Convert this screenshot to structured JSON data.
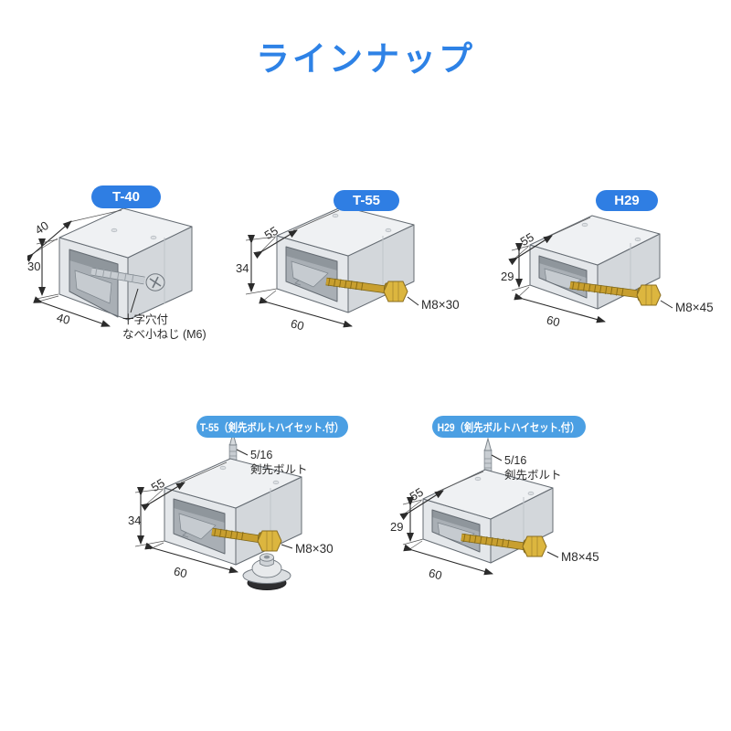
{
  "page": {
    "title": "ラインナップ"
  },
  "colors": {
    "title_blue": "#2E82E6",
    "badge_primary_blue": "#2F7EE3",
    "badge_secondary_blue": "#4B9FE3",
    "badge_text": "#FFFFFF",
    "dimension_text": "#2B2B2B",
    "metal_gray": "#E4E7EA",
    "brass_gold": "#C89F2F"
  },
  "products": [
    {
      "label": "T-40",
      "dim_top": "40",
      "dim_side": "30",
      "dim_bottom": "40",
      "note_line1": "十字穴付",
      "note_line2": "なべ小ねじ (M6)"
    },
    {
      "label": "T-55",
      "dim_top": "55",
      "dim_side": "34",
      "dim_bottom": "60",
      "bolt": "M8×30"
    },
    {
      "label": "H29",
      "dim_top": "55",
      "dim_side": "29",
      "dim_bottom": "60",
      "bolt": "M8×45"
    },
    {
      "label": "T-55（剣先ボルトハイセット.付）",
      "dim_top": "55",
      "dim_side": "34",
      "dim_bottom": "60",
      "bolt": "M8×30",
      "spike_line1": "5/16",
      "spike_line2": "剣先ボルト"
    },
    {
      "label": "H29（剣先ボルトハイセット.付）",
      "dim_top": "55",
      "dim_side": "29",
      "dim_bottom": "60",
      "bolt": "M8×45",
      "spike_line1": "5/16",
      "spike_line2": "剣先ボルト"
    }
  ]
}
